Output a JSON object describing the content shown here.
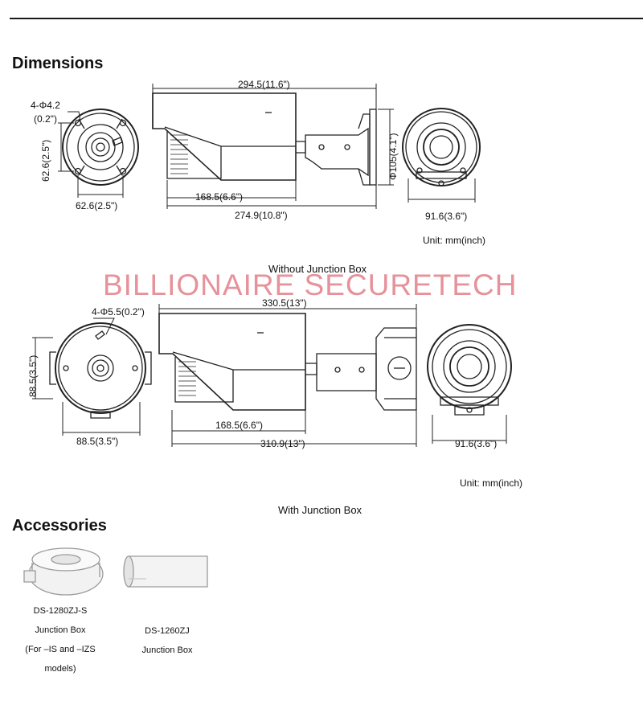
{
  "headings": {
    "dimensions": "Dimensions",
    "accessories": "Accessories"
  },
  "watermark": "BILLIONAIRE SECURETECH",
  "without_box": {
    "caption": "Without Junction Box",
    "unit": "Unit: mm(inch)",
    "hole": "4-Φ4.2",
    "hole_inch": "(0.2\")",
    "mount_h": "62.6(2.5\")",
    "mount_w": "62.6(2.5\")",
    "total_len": "294.5(11.6\")",
    "body_len": "168.5(6.6\")",
    "base_len": "274.9(10.8\")",
    "diameter": "Φ105(4.1\")",
    "front_w": "91.6(3.6\")"
  },
  "with_box": {
    "caption": "With Junction Box",
    "unit": "Unit: mm(inch)",
    "hole": "4-Φ5.5(0.2\")",
    "mount_h": "88.5(3.5\")",
    "mount_w": "88.5(3.5\")",
    "total_len": "330.5(13\")",
    "body_len": "168.5(6.6\")",
    "base_len": "310.9(13\")",
    "front_w": "91.6(3.6\")"
  },
  "accessories": [
    {
      "model": "DS-1280ZJ-S",
      "name": "Junction Box",
      "note_1": "(For –IS and –IZS",
      "note_2": "models)"
    },
    {
      "model": "DS-1260ZJ",
      "name": "Junction Box"
    }
  ]
}
